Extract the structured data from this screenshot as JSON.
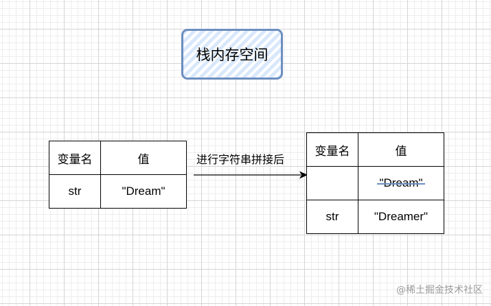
{
  "title": "栈内存空间",
  "left_table": {
    "header": [
      "变量名",
      "值"
    ],
    "rows": [
      [
        "str",
        "\"Dream\""
      ]
    ]
  },
  "arrow_label": "进行字符串拼接后",
  "right_table": {
    "header": [
      "变量名",
      "值"
    ],
    "rows": [
      [
        "",
        "\"Dream\""
      ],
      [
        "str",
        "\"Dreamer\""
      ]
    ],
    "struck_value": "\"Dream\""
  },
  "watermark": "@稀土掘金技术社区",
  "colors": {
    "title_border": "#6c8ebf",
    "title_fill": "#dae8fc",
    "strike": "#6c8ebf"
  }
}
